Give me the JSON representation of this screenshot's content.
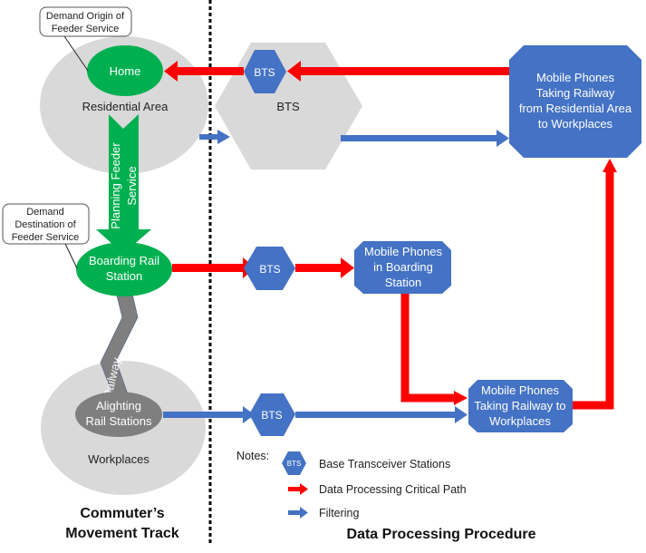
{
  "colors": {
    "green": "#00b050",
    "blue": "#4472c4",
    "red": "#ff0000",
    "grey_area": "#d9d9d9",
    "dark_grey": "#7f7f7f"
  },
  "left": {
    "callout_origin": [
      "Demand Origin of",
      "Feeder Service"
    ],
    "home": "Home",
    "residential_area": "Residential Area",
    "planning_arrow": [
      "Planning Feeder",
      "Service"
    ],
    "callout_destination": [
      "Demand",
      "Destination of",
      "Feeder Service"
    ],
    "boarding_station": [
      "Boarding Rail",
      "Station"
    ],
    "railway": "Railway",
    "alighting_stations": [
      "Alighting",
      "Rail Stations"
    ],
    "workplaces": "Workplaces",
    "heading": [
      "Commuter’s",
      "Movement Track"
    ]
  },
  "right": {
    "bts_cell_label": "BTS",
    "bts_inner": "BTS",
    "bts_boarding": "BTS",
    "bts_alighting": "BTS",
    "box_final": [
      "Mobile Phones",
      "Taking Railway",
      "from Residential Area",
      "to Workplaces"
    ],
    "box_boarding": [
      "Mobile Phones",
      "in Boarding",
      "Station"
    ],
    "box_taking": [
      "Mobile Phones",
      "Taking Railway to",
      "Workplaces"
    ],
    "heading": "Data Processing Procedure"
  },
  "notes": {
    "title": "Notes:",
    "bts_icon": "BTS",
    "items": [
      {
        "label": "Base Transceiver Stations"
      },
      {
        "label": "Data Processing Critical Path"
      },
      {
        "label": "Filtering"
      }
    ]
  }
}
